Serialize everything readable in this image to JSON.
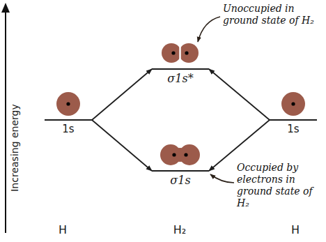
{
  "diagram": {
    "nodes": [
      {
        "text": [
          "1s"
        ]
      },
      {
        "text": [
          "σ1s*"
        ]
      },
      {
        "text": [
          "σ1s"
        ]
      },
      {
        "text": [
          "1s"
        ]
      }
    ],
    "edges": [
      {
        "from": 0,
        "to": 1,
        "arrow": "to"
      },
      {
        "from": 0,
        "to": 2,
        "arrow": "to"
      },
      {
        "from": 3,
        "to": 1,
        "arrow": "to"
      },
      {
        "from": 3,
        "to": 2,
        "arrow": "to"
      }
    ],
    "labels": [
      "Increasing energy",
      "Unoccupied in ground state of H₂",
      "Occupied by electrons in ground state of H₂",
      "H",
      "H₂",
      "H"
    ]
  }
}
